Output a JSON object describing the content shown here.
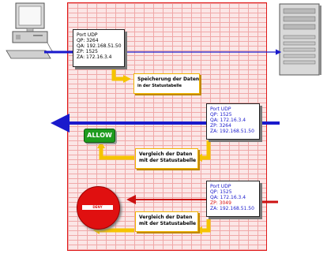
{
  "packet1": {
    "lines": [
      "Port UDP",
      "QP: 3264",
      "QA: 192.168.51.50",
      "ZP: 1525",
      "ZA: 172.16.3.4"
    ]
  },
  "note1": {
    "line1": "Speicherung der Daten",
    "line2": "in der Statustabelle"
  },
  "packet2": {
    "lines": [
      "Port UDP",
      "QP: 1525",
      "QA: 172.16.3.4",
      "ZP: 3264",
      "ZA: 192.168.51.50"
    ]
  },
  "allow_label": "ALLOW",
  "note2": {
    "line1": "Vergleich der Daten",
    "line2": "mit der Statustabelle"
  },
  "packet3": {
    "lines": [
      "Port UDP",
      "QP: 1525",
      "QA: 172.16.3.4",
      "ZP: 3049",
      "ZA: 192.168.51.50"
    ]
  },
  "deny_label": "DENY",
  "note3": {
    "line1": "Vergleich der Daten",
    "line2": "mit der Statustabelle"
  },
  "colors": {
    "firewall_border": "#e01818",
    "arrow_blue": "#1a1acc",
    "arrow_red": "#cc1010",
    "arrow_yellow": "#f5c400",
    "allow": "#1f9c1f",
    "deny": "#e01010"
  }
}
